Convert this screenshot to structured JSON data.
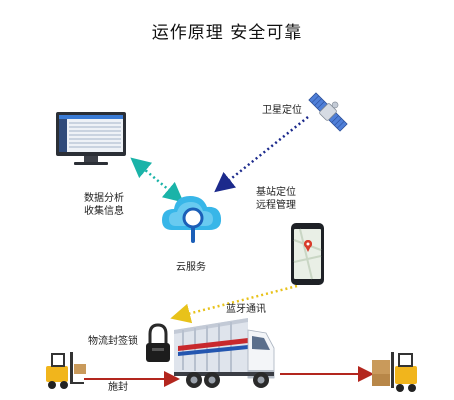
{
  "title": "运作原理 安全可靠",
  "labels": {
    "satellite": "卫星定位",
    "data_analysis_1": "数据分析",
    "data_analysis_2": "收集信息",
    "base_station_1": "基站定位",
    "base_station_2": "远程管理",
    "cloud": "云服务",
    "bluetooth": "蓝牙通讯",
    "seal_lock": "物流封签锁",
    "seal_action": "施封"
  },
  "colors": {
    "teal_link": "#1ab3a8",
    "navy_link": "#1c2a8c",
    "yellow_link": "#e8c21a",
    "red_flow": "#b3261e"
  },
  "icons": [
    "monitor-icon",
    "satellite-icon",
    "cloud-search-icon",
    "smartphone-icon",
    "padlock-icon",
    "truck-icon",
    "forklift-icon"
  ]
}
